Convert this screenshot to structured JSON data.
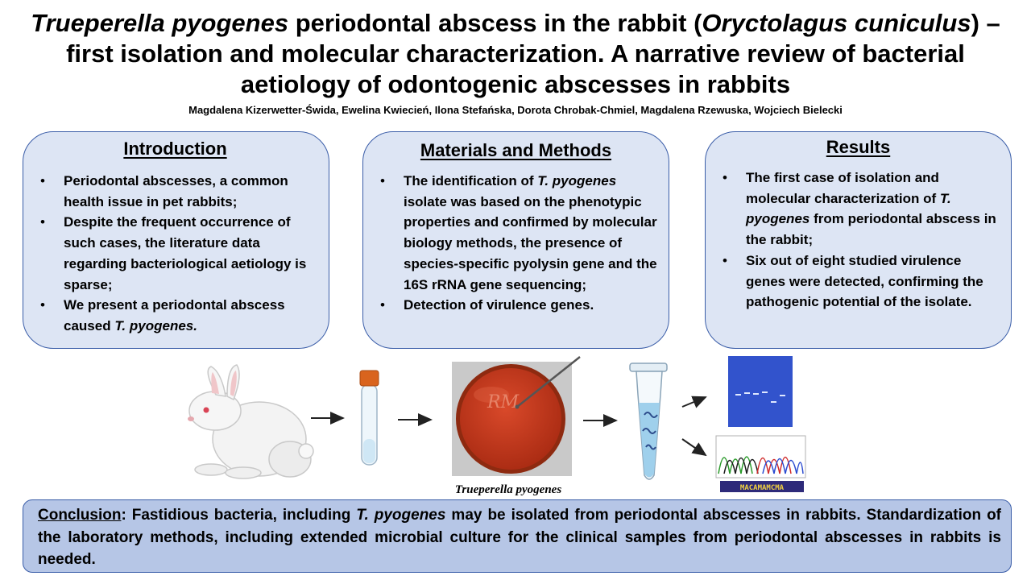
{
  "title": {
    "part1_italic": "Trueperella pyogenes",
    "part2": " periodontal abscess in the rabbit (",
    "part3_italic": "Oryctolagus cuniculus",
    "part4": ") – first isolation and molecular characterization. A narrative review of bacterial aetiology of odontogenic abscesses in rabbits"
  },
  "authors": "Magdalena Kizerwetter-Świda, Ewelina Kwiecień, Ilona Stefańska, Dorota Chrobak-Chmiel, Magdalena Rzewuska, Wojciech Bielecki",
  "introduction": {
    "heading": "Introduction",
    "items": [
      "Periodontal abscesses, a common health issue in pet rabbits;",
      "Despite the frequent occurrence of such cases, the literature data regarding bacteriological aetiology is sparse;"
    ],
    "item3_text": "We present a periodontal abscess caused ",
    "item3_italic": "T. pyogenes."
  },
  "methods": {
    "heading": "Materials and Methods",
    "item1_prefix": "The identification of ",
    "item1_italic": "T. pyogenes",
    "item1_suffix": " isolate was based on the phenotypic properties and confirmed by molecular biology methods, the presence of species-specific pyolysin gene and the 16S rRNA gene sequencing;",
    "item2": "Detection of virulence genes."
  },
  "results": {
    "heading": "Results",
    "item1_prefix": "The first case of isolation and molecular characterization of ",
    "item1_italic": "T. pyogenes",
    "item1_suffix": " from periodontal abscess in the rabbit;",
    "item2": "Six out of eight studied virulence genes were detected, confirming the pathogenic potential of the isolate."
  },
  "figure": {
    "plate_text": "RM",
    "caption": "Trueperella pyogenes",
    "sequence_text": "MACAMAMCMA",
    "colors": {
      "plate": "#c23a1c",
      "gel": "#3a5fd8",
      "tube_cap": "#d9641e",
      "arrow": "#222222"
    }
  },
  "conclusion": {
    "label": "Conclusion",
    "text1": ": Fastidious bacteria, including ",
    "italic": "T. pyogenes",
    "text2": " may be isolated from periodontal abscesses in rabbits. Standardization of the laboratory methods, including extended microbial culture for the clinical samples from periodontal abscesses in rabbits is needed."
  }
}
